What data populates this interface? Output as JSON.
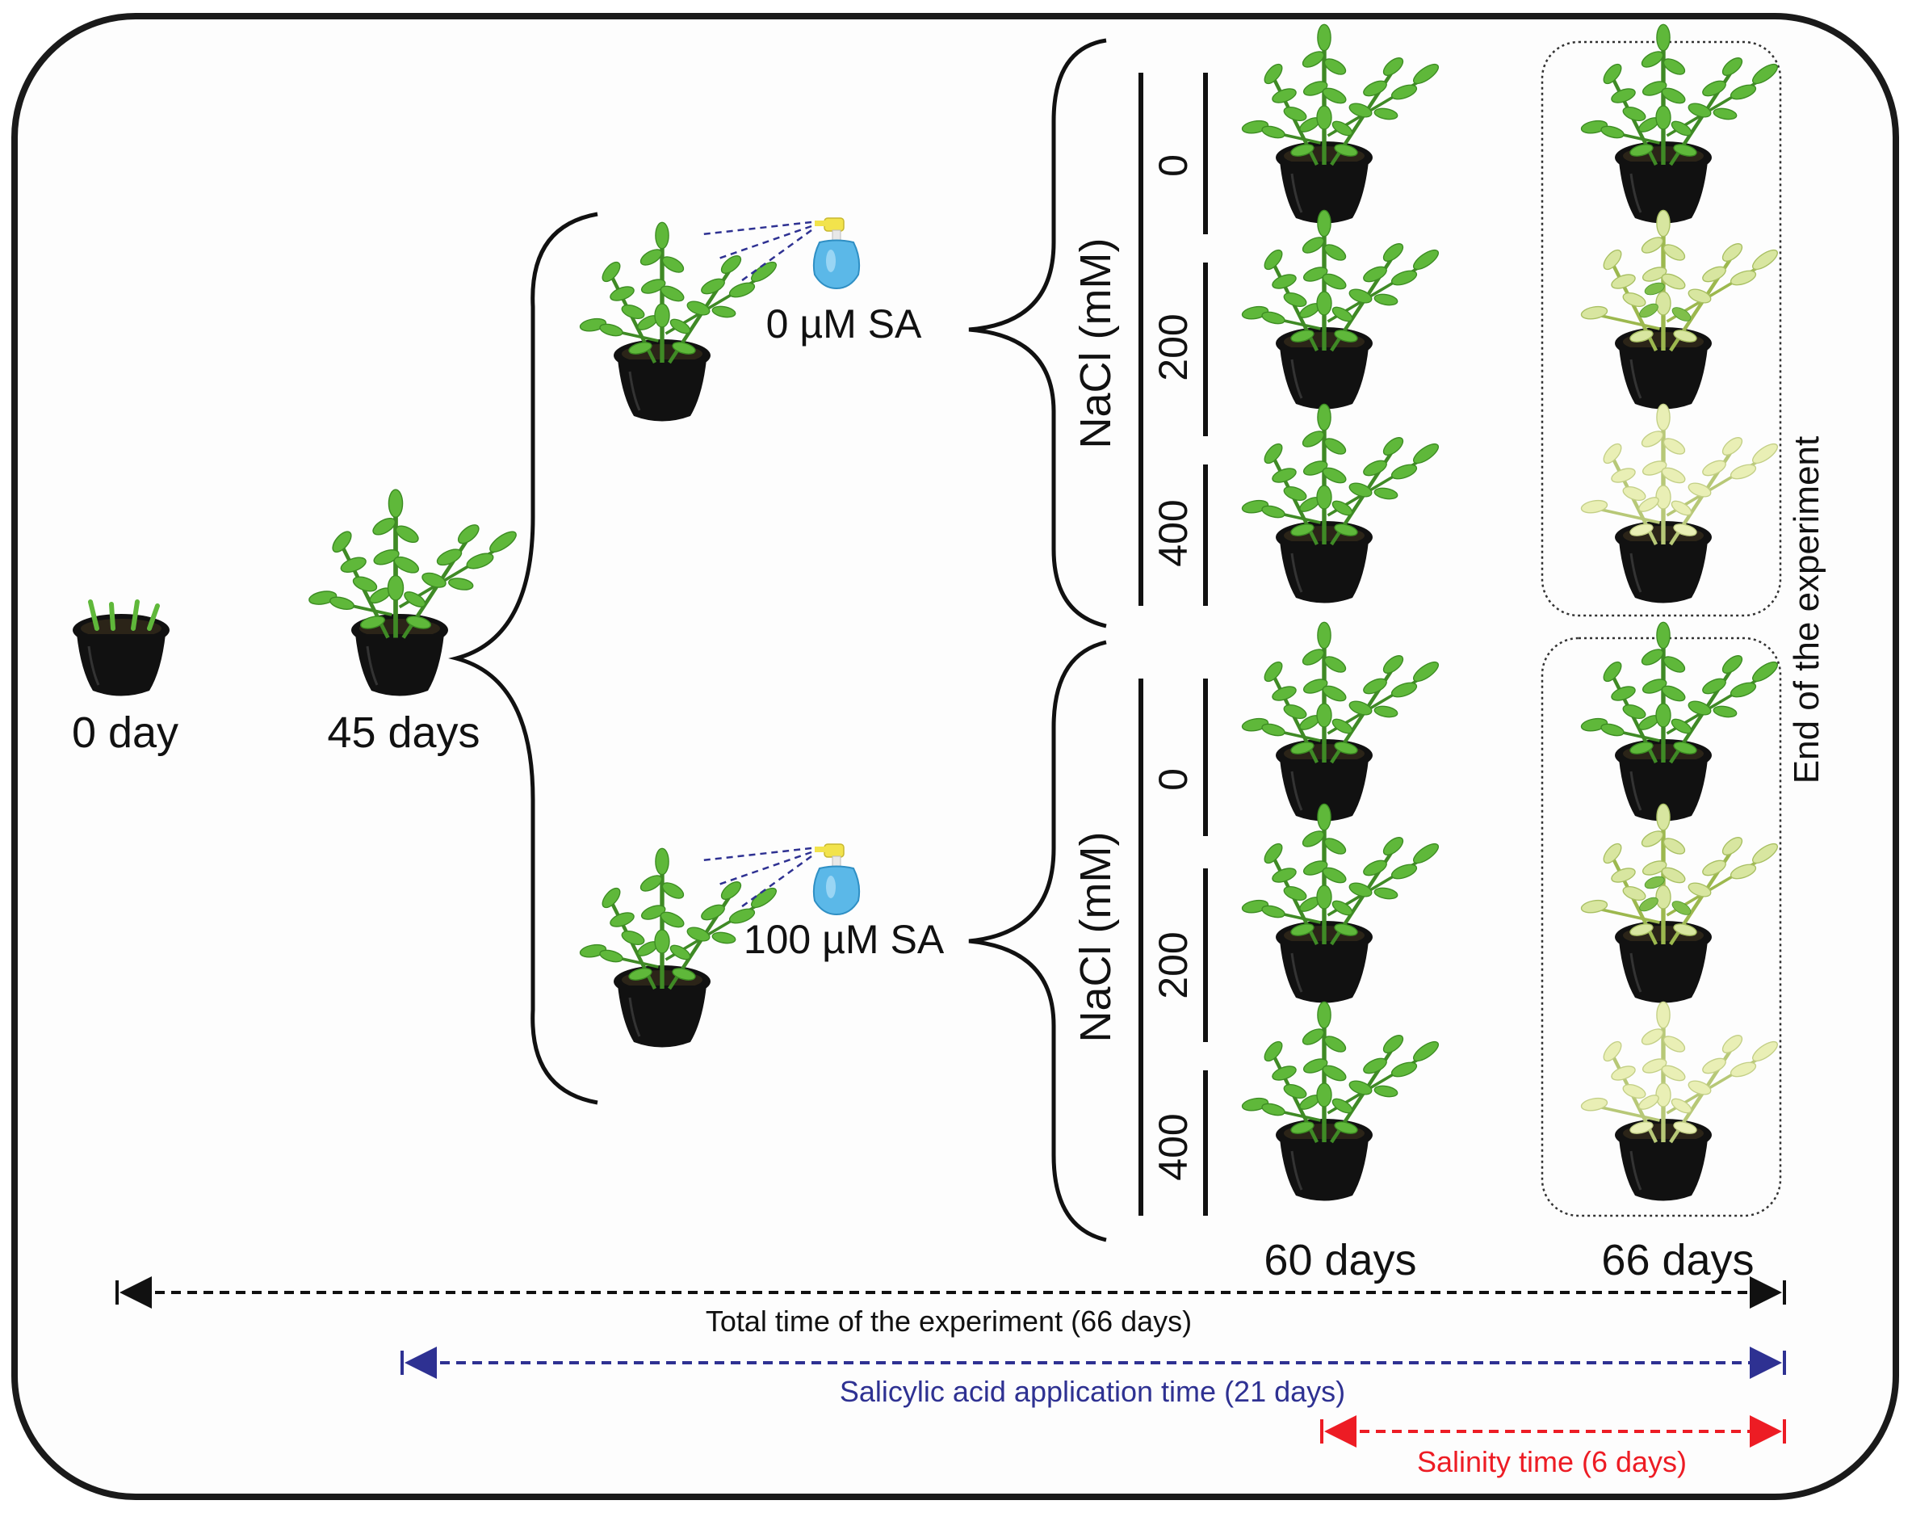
{
  "stages": {
    "day0": "0 day",
    "day45": "45 days",
    "day60": "60 days",
    "day66": "66 days"
  },
  "treatments": {
    "sa0": "0 µM SA",
    "sa100": "100 µM SA"
  },
  "nacl": {
    "axis_label": "NaCl (mM)",
    "levels": [
      "0",
      "200",
      "400"
    ]
  },
  "end_label": "End of the experiment",
  "timelines": {
    "total": "Total time of the experiment (66 days)",
    "salicylic": "Salicylic acid application time (21 days)",
    "salinity": "Salinity time (6 days)"
  },
  "colors": {
    "frame": "#1a1a1a",
    "black_timeline": "#111111",
    "blue_timeline": "#2e3192",
    "red_timeline": "#ed1c24",
    "healthy_leaf": "#5fb83a",
    "stressed_leaf": "#d8e6a0",
    "severe_leaf": "#e9efb5",
    "pot": "#111111",
    "spray_bottle": "#5bb8e8",
    "spray_nozzle": "#f2e34c"
  }
}
